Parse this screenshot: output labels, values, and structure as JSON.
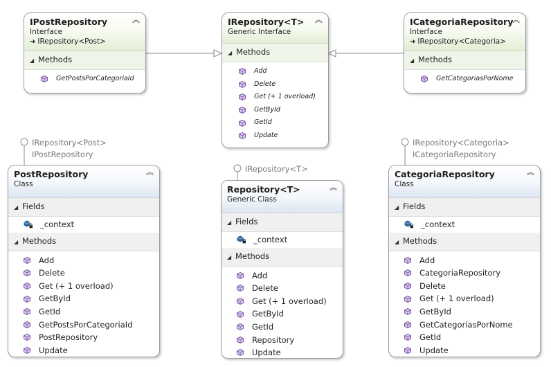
{
  "top_boxes": {
    "ipost": {
      "title": "IPostRepository",
      "stereotype": "Interface",
      "base": "IRepository<Post>",
      "section": "Methods",
      "methods": [
        "GetPostsPorCategoriaId"
      ]
    },
    "irepo": {
      "title": "IRepository<T>",
      "stereotype": "Generic Interface",
      "section": "Methods",
      "methods": [
        "Add",
        "Delete",
        "Get (+ 1 overload)",
        "GetById",
        "GetId",
        "Update"
      ]
    },
    "icat": {
      "title": "ICategoriaRepository",
      "stereotype": "Interface",
      "base": "IRepository<Categoria>",
      "section": "Methods",
      "methods": [
        "GetCategoriasPorNome"
      ]
    }
  },
  "bottom_boxes": {
    "post": {
      "lollipop": [
        "IRepository<Post>",
        "IPostRepository"
      ],
      "title": "PostRepository",
      "stereotype": "Class",
      "fields_label": "Fields",
      "fields": [
        "_context"
      ],
      "methods_label": "Methods",
      "methods": [
        "Add",
        "Delete",
        "Get (+ 1 overload)",
        "GetById",
        "GetId",
        "GetPostsPorCategoriaId",
        "PostRepository",
        "Update"
      ]
    },
    "repo": {
      "lollipop": [
        "IRepository<T>"
      ],
      "title": "Repository<T>",
      "stereotype": "Generic Class",
      "fields_label": "Fields",
      "fields": [
        "_context"
      ],
      "methods_label": "Methods",
      "methods": [
        "Add",
        "Delete",
        "Get (+ 1 overload)",
        "GetById",
        "GetId",
        "Repository",
        "Update"
      ]
    },
    "cat": {
      "lollipop": [
        "IRepository<Categoria>",
        "ICategoriaRepository"
      ],
      "title": "CategoriaRepository",
      "stereotype": "Class",
      "fields_label": "Fields",
      "fields": [
        "_context"
      ],
      "methods_label": "Methods",
      "methods": [
        "Add",
        "CategoriaRepository",
        "Delete",
        "Get (+ 1 overload)",
        "GetById",
        "GetCategoriasPorNome",
        "GetId",
        "Update"
      ]
    }
  },
  "icons": {
    "method": "method-cube-icon",
    "field": "field-lock-icon",
    "collapse": "double-chevron-up-icon",
    "section": "section-triangle-icon",
    "inherit": "inherit-arrow-icon"
  },
  "colors": {
    "method_icon": "#7a57a8",
    "field_icon": "#2a6ca8",
    "interface_header": "#e3eed4",
    "class_header": "#dce6f3"
  }
}
